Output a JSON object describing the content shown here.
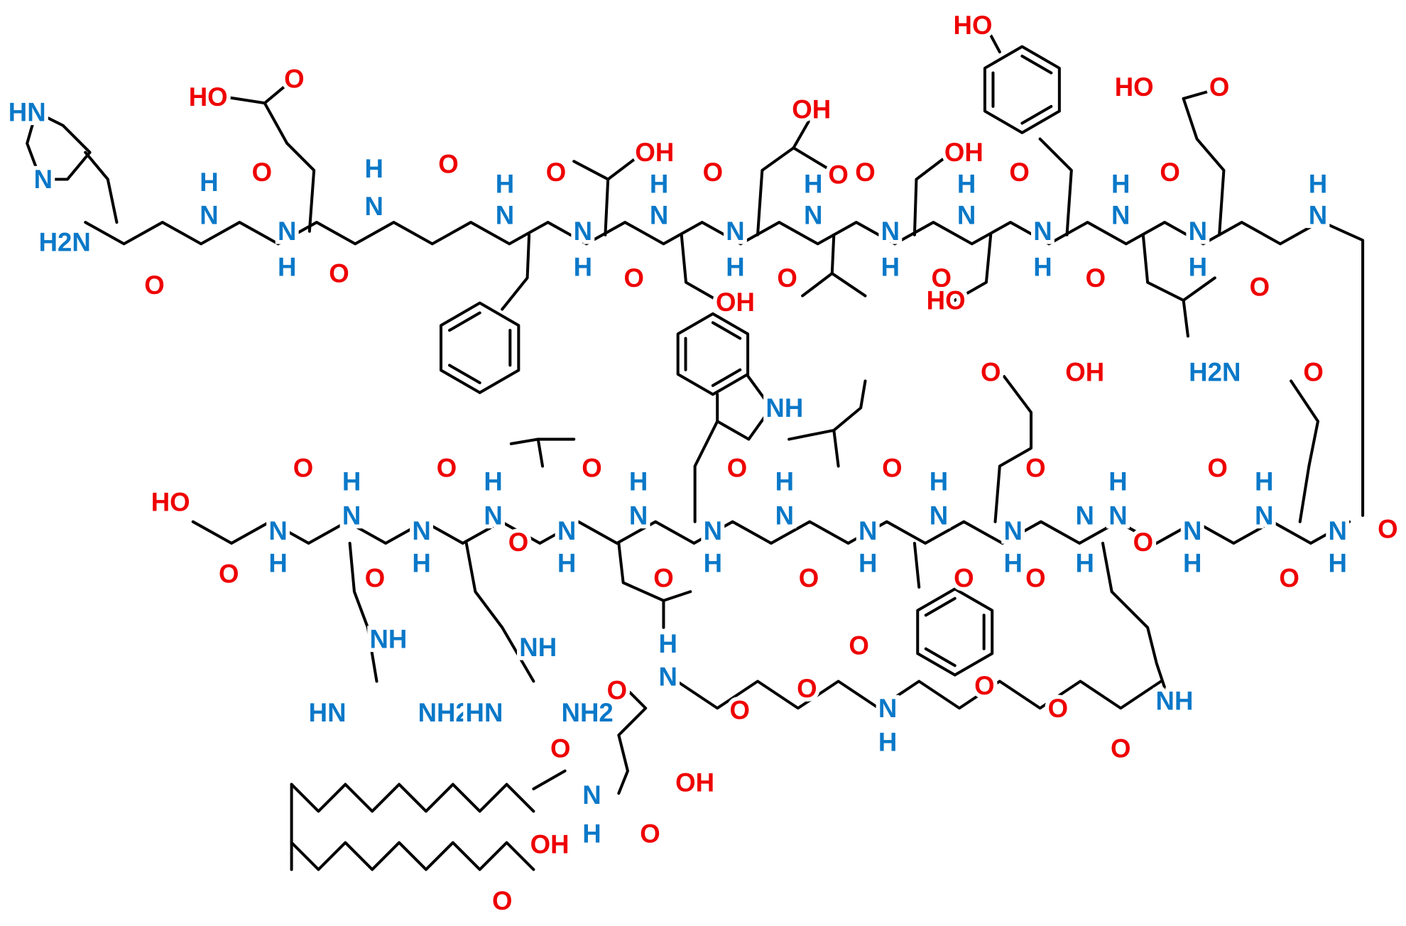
{
  "colors": {
    "n": "#0a78c8",
    "o": "#ee0000",
    "bond": "#000000"
  },
  "labels": [
    {
      "t": "HN",
      "c": "n"
    },
    {
      "t": "N",
      "c": "n"
    },
    {
      "t": "H2N",
      "c": "n"
    },
    {
      "t": "O",
      "c": "o"
    },
    {
      "t": "H",
      "c": "n"
    },
    {
      "t": "N",
      "c": "n"
    },
    {
      "t": "O",
      "c": "o"
    },
    {
      "t": "HO",
      "c": "o"
    },
    {
      "t": "O",
      "c": "o"
    },
    {
      "t": "N",
      "c": "n"
    },
    {
      "t": "H",
      "c": "n"
    },
    {
      "t": "O",
      "c": "o"
    },
    {
      "t": "H",
      "c": "n"
    },
    {
      "t": "N",
      "c": "n"
    },
    {
      "t": "O",
      "c": "o"
    },
    {
      "t": "H",
      "c": "n"
    },
    {
      "t": "N",
      "c": "n"
    },
    {
      "t": "O",
      "c": "o"
    },
    {
      "t": "OH",
      "c": "o"
    },
    {
      "t": "N",
      "c": "n"
    },
    {
      "t": "H",
      "c": "n"
    },
    {
      "t": "O",
      "c": "o"
    },
    {
      "t": "H",
      "c": "n"
    },
    {
      "t": "N",
      "c": "n"
    },
    {
      "t": "O",
      "c": "o"
    },
    {
      "t": "OH",
      "c": "o"
    },
    {
      "t": "OH",
      "c": "o"
    },
    {
      "t": "O",
      "c": "o"
    },
    {
      "t": "N",
      "c": "n"
    },
    {
      "t": "H",
      "c": "n"
    },
    {
      "t": "O",
      "c": "o"
    },
    {
      "t": "H",
      "c": "n"
    },
    {
      "t": "N",
      "c": "n"
    },
    {
      "t": "O",
      "c": "o"
    },
    {
      "t": "OH",
      "c": "o"
    },
    {
      "t": "N",
      "c": "n"
    },
    {
      "t": "H",
      "c": "n"
    },
    {
      "t": "O",
      "c": "o"
    },
    {
      "t": "HO",
      "c": "o"
    },
    {
      "t": "HO",
      "c": "o"
    },
    {
      "t": "H",
      "c": "n"
    },
    {
      "t": "N",
      "c": "n"
    },
    {
      "t": "O",
      "c": "o"
    },
    {
      "t": "N",
      "c": "n"
    },
    {
      "t": "H",
      "c": "n"
    },
    {
      "t": "O",
      "c": "o"
    },
    {
      "t": "H",
      "c": "n"
    },
    {
      "t": "N",
      "c": "n"
    },
    {
      "t": "O",
      "c": "o"
    },
    {
      "t": "HO",
      "c": "o"
    },
    {
      "t": "O",
      "c": "o"
    },
    {
      "t": "N",
      "c": "n"
    },
    {
      "t": "H",
      "c": "n"
    },
    {
      "t": "O",
      "c": "o"
    },
    {
      "t": "H",
      "c": "n"
    },
    {
      "t": "N",
      "c": "n"
    },
    {
      "t": "NH",
      "c": "n"
    },
    {
      "t": "O",
      "c": "o"
    },
    {
      "t": "OH",
      "c": "o"
    },
    {
      "t": "H2N",
      "c": "n"
    },
    {
      "t": "O",
      "c": "o"
    },
    {
      "t": "HO",
      "c": "o"
    },
    {
      "t": "O",
      "c": "o"
    },
    {
      "t": "H",
      "c": "n"
    },
    {
      "t": "N",
      "c": "n"
    },
    {
      "t": "O",
      "c": "o"
    },
    {
      "t": "H",
      "c": "n"
    },
    {
      "t": "N",
      "c": "n"
    },
    {
      "t": "O",
      "c": "o"
    },
    {
      "t": "H",
      "c": "n"
    },
    {
      "t": "N",
      "c": "n"
    },
    {
      "t": "O",
      "c": "o"
    },
    {
      "t": "H",
      "c": "n"
    },
    {
      "t": "N",
      "c": "n"
    },
    {
      "t": "O",
      "c": "o"
    },
    {
      "t": "H",
      "c": "n"
    },
    {
      "t": "N",
      "c": "n"
    },
    {
      "t": "O",
      "c": "o"
    },
    {
      "t": "H",
      "c": "n"
    },
    {
      "t": "N",
      "c": "n"
    },
    {
      "t": "O",
      "c": "o"
    },
    {
      "t": "H",
      "c": "n"
    },
    {
      "t": "N",
      "c": "n"
    },
    {
      "t": "O",
      "c": "o"
    },
    {
      "t": "H",
      "c": "n"
    },
    {
      "t": "N",
      "c": "n"
    },
    {
      "t": "N",
      "c": "n"
    },
    {
      "t": "H",
      "c": "n"
    },
    {
      "t": "O",
      "c": "o"
    },
    {
      "t": "O",
      "c": "o"
    },
    {
      "t": "N",
      "c": "n"
    },
    {
      "t": "H",
      "c": "n"
    },
    {
      "t": "O",
      "c": "o"
    },
    {
      "t": "N",
      "c": "n"
    },
    {
      "t": "H",
      "c": "n"
    },
    {
      "t": "O",
      "c": "o"
    },
    {
      "t": "N",
      "c": "n"
    },
    {
      "t": "H",
      "c": "n"
    },
    {
      "t": "O",
      "c": "o"
    },
    {
      "t": "N",
      "c": "n"
    },
    {
      "t": "H",
      "c": "n"
    },
    {
      "t": "O",
      "c": "o"
    },
    {
      "t": "N",
      "c": "n"
    },
    {
      "t": "H",
      "c": "n"
    },
    {
      "t": "O",
      "c": "o"
    },
    {
      "t": "N",
      "c": "n"
    },
    {
      "t": "H",
      "c": "n"
    },
    {
      "t": "O",
      "c": "o"
    },
    {
      "t": "N",
      "c": "n"
    },
    {
      "t": "H",
      "c": "n"
    },
    {
      "t": "O",
      "c": "o"
    },
    {
      "t": "NH",
      "c": "n"
    },
    {
      "t": "HN",
      "c": "n"
    },
    {
      "t": "NH2",
      "c": "n"
    },
    {
      "t": "HN",
      "c": "n"
    },
    {
      "t": "NH",
      "c": "n"
    },
    {
      "t": "NH2",
      "c": "n"
    },
    {
      "t": "H",
      "c": "n"
    },
    {
      "t": "N",
      "c": "n"
    },
    {
      "t": "O",
      "c": "o"
    },
    {
      "t": "O",
      "c": "o"
    },
    {
      "t": "O",
      "c": "o"
    },
    {
      "t": "O",
      "c": "o"
    },
    {
      "t": "N",
      "c": "n"
    },
    {
      "t": "H",
      "c": "n"
    },
    {
      "t": "O",
      "c": "o"
    },
    {
      "t": "O",
      "c": "o"
    },
    {
      "t": "O",
      "c": "o"
    },
    {
      "t": "NH",
      "c": "n"
    },
    {
      "t": "O",
      "c": "o"
    },
    {
      "t": "N",
      "c": "n"
    },
    {
      "t": "H",
      "c": "n"
    },
    {
      "t": "OH",
      "c": "o"
    },
    {
      "t": "O",
      "c": "o"
    },
    {
      "t": "OH",
      "c": "o"
    },
    {
      "t": "O",
      "c": "o"
    }
  ]
}
